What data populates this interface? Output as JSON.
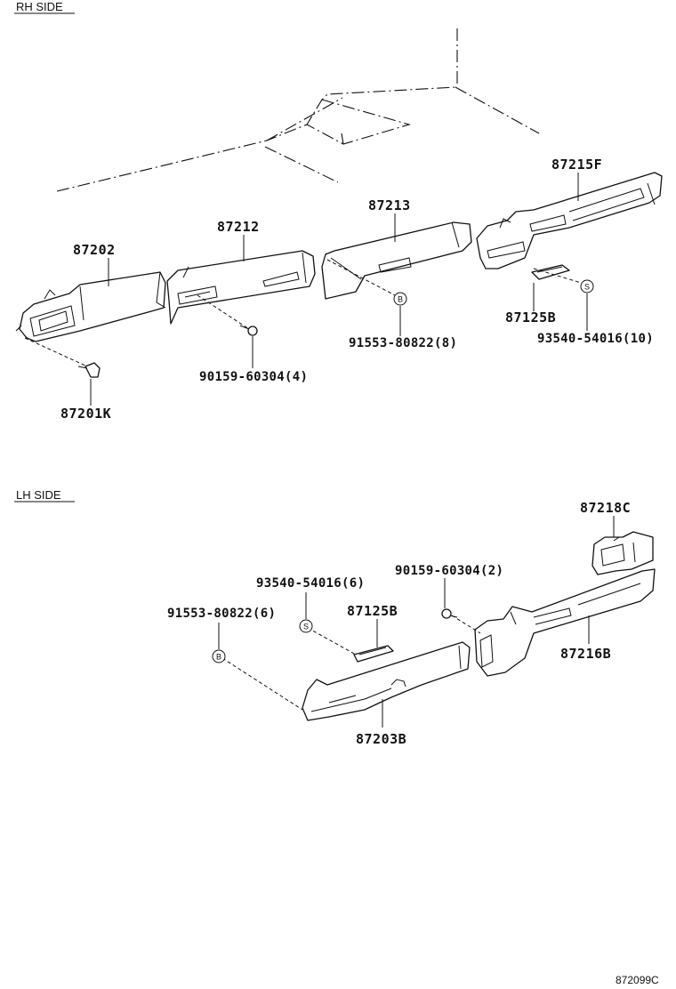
{
  "sections": {
    "rh_side": "RH SIDE",
    "lh_side": "LH SIDE"
  },
  "rh_parts": {
    "p87202": "87202",
    "p87212": "87212",
    "p87213": "87213",
    "p87215f": "87215F",
    "p87125b": "87125B",
    "p87201k": "87201K",
    "p90159": "90159-60304(4)",
    "p91553": "91553-80822(8)",
    "p93540": "93540-54016(10)"
  },
  "lh_parts": {
    "p87218c": "87218C",
    "p90159": "90159-60304(2)",
    "p93540": "93540-54016(6)",
    "p91553": "91553-80822(6)",
    "p87125b": "87125B",
    "p87216b": "87216B",
    "p87203b": "87203B"
  },
  "symbols": {
    "b": "B",
    "s": "S"
  },
  "diagram_code": "872099C"
}
